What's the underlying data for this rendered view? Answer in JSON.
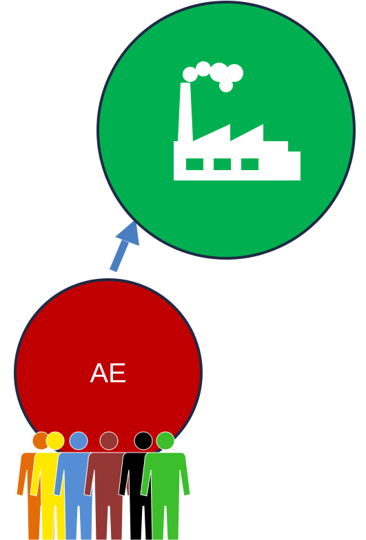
{
  "diagram": {
    "nodes": [
      {
        "id": "factory",
        "label": "",
        "color": "#00B050",
        "border": "#1F2A44",
        "icon": "factory-icon"
      },
      {
        "id": "ae",
        "label": "AE",
        "color": "#C00000",
        "border": "#1F2A44",
        "icon": "people-group-icon"
      }
    ],
    "edges": [
      {
        "from": "ae",
        "to": "factory",
        "color": "#4A7EC2"
      }
    ],
    "people_colors": [
      "#E36C09",
      "#FFE800",
      "#558ED5",
      "#953735",
      "#000000",
      "#3DBE2C"
    ]
  }
}
